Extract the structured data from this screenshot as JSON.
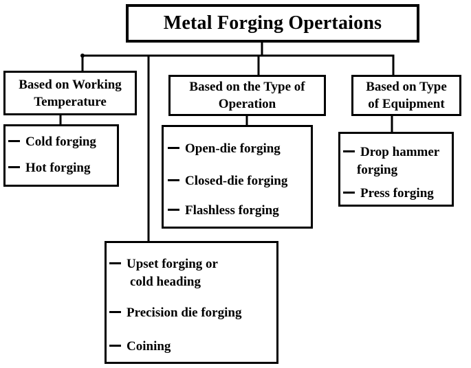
{
  "title": "Metal Forging Opertaions",
  "categories": [
    {
      "id": "working-temperature",
      "header_lines": [
        "Based on Working",
        "Temperature"
      ],
      "items": [
        {
          "lines": [
            "Cold forging"
          ]
        },
        {
          "lines": [
            "Hot forging"
          ]
        }
      ]
    },
    {
      "id": "type-of-operation",
      "header_lines": [
        "Based on the Type of",
        "Operation"
      ],
      "items": [
        {
          "lines": [
            "Open-die forging"
          ]
        },
        {
          "lines": [
            "Closed-die forging"
          ]
        },
        {
          "lines": [
            "Flashless forging"
          ]
        }
      ]
    },
    {
      "id": "type-of-equipment",
      "header_lines": [
        "Based on Type",
        "of Equipment"
      ],
      "items": [
        {
          "lines": [
            "Drop hammer",
            "forging"
          ]
        },
        {
          "lines": [
            "Press forging"
          ]
        }
      ]
    },
    {
      "id": "other",
      "items": [
        {
          "lines": [
            "Upset forging or",
            "cold heading"
          ]
        },
        {
          "lines": [
            "Precision die forging"
          ]
        },
        {
          "lines": [
            "Coining"
          ]
        }
      ]
    }
  ]
}
